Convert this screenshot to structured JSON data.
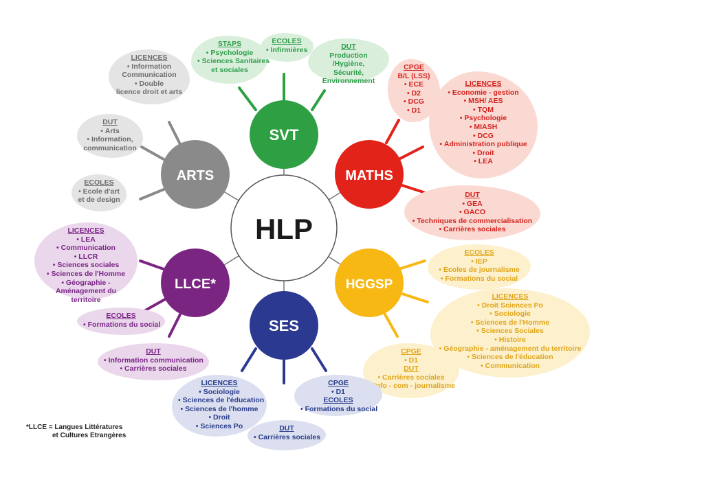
{
  "center": {
    "label": "HLP",
    "color": "#ffffff",
    "stroke": "#555555"
  },
  "colors": {
    "svt": "#2ea043",
    "maths": "#e2231a",
    "hggsp": "#f7b814",
    "ses": "#2b3990",
    "llce": "#7b2583",
    "arts": "#8a8a8a"
  },
  "nodes": {
    "svt": "SVT",
    "maths": "MATHS",
    "hggsp": "HGGSP",
    "ses": "SES",
    "llce": "LLCE*",
    "arts": "ARTS"
  },
  "blobs": {
    "svt_staps": {
      "heading": "STAPS",
      "items": [
        "Psychologie",
        "Sciences Sanitaires"
      ],
      "extra": "et sociales"
    },
    "svt_ecoles": {
      "heading": "ECOLES",
      "items": [
        "Infirmières"
      ]
    },
    "svt_dut": {
      "heading": "DUT",
      "lines": [
        "Production /Hygiène,",
        "Sécurité,",
        "Environnement"
      ]
    },
    "maths_cpge": {
      "heading": "CPGE",
      "lines": [
        "B/L (LSS)"
      ],
      "items": [
        "ECE",
        "D2",
        "DCG",
        "D1"
      ]
    },
    "maths_licences": {
      "heading": "LICENCES",
      "items": [
        "Economie - gestion",
        "MSH/ AES",
        "TQM",
        "Psychologie",
        "MIASH",
        "DCG",
        "Administration publique",
        "Droit",
        "LEA"
      ]
    },
    "maths_dut": {
      "heading": "DUT",
      "items": [
        "GEA",
        "GACO",
        "Techniques de commercialisation",
        "Carrières sociales"
      ]
    },
    "hggsp_ecoles": {
      "heading": "ECOLES",
      "items": [
        "IEP",
        "Ecoles de journalisme",
        "Formations du social"
      ]
    },
    "hggsp_licences": {
      "heading": "LICENCES",
      "items": [
        "Droit Sciences Po",
        "Sociologie",
        "Sciences de l'Homme",
        "Sciences Sociales",
        "Histoire",
        "Géographie - aménagement du territoire",
        "Sciences de l'éducation",
        "Communication"
      ]
    },
    "hggsp_cpge": {
      "heading": "CPGE",
      "items": [
        "D1"
      ],
      "heading2": "DUT",
      "items2": [
        "Carrières sociales",
        "Info - com - journalisme"
      ]
    },
    "ses_licences": {
      "heading": "LICENCES",
      "items": [
        "Sociologie",
        "Sciences de l'éducation",
        "Sciences de l'homme",
        "Droit",
        "Sciences Po"
      ]
    },
    "ses_cpge": {
      "heading": "CPGE",
      "items": [
        "D1"
      ],
      "heading2": "ECOLES",
      "items2": [
        "Formations du social"
      ]
    },
    "ses_dut": {
      "heading": "DUT",
      "items": [
        "Carrières sociales"
      ]
    },
    "llce_licences": {
      "heading": "LICENCES",
      "items": [
        "LEA",
        "Communication",
        "LLCR",
        "Sciences sociales",
        "Sciences de l'Homme",
        "Géographie -"
      ],
      "extra": "Aménagement du territoire"
    },
    "llce_ecoles": {
      "heading": "ECOLES",
      "items": [
        "Formations du social"
      ]
    },
    "llce_dut": {
      "heading": "DUT",
      "items": [
        "Information communication",
        "Carrières sociales"
      ]
    },
    "arts_licences": {
      "heading": "LICENCES",
      "items": [
        "Information"
      ],
      "lines": [
        "Communication"
      ],
      "items2": [
        "Double"
      ],
      "extra": "licence droit et arts"
    },
    "arts_dut": {
      "heading": "DUT",
      "items": [
        "Arts",
        "Information,"
      ],
      "extra": "communication"
    },
    "arts_ecoles": {
      "heading": "ECOLES",
      "items": [
        "Ecole d'art"
      ],
      "extra": "et de design"
    }
  },
  "footnote": {
    "line1": "*LLCE = Langues Littératures",
    "line2": "et Cultures Etrangères"
  }
}
